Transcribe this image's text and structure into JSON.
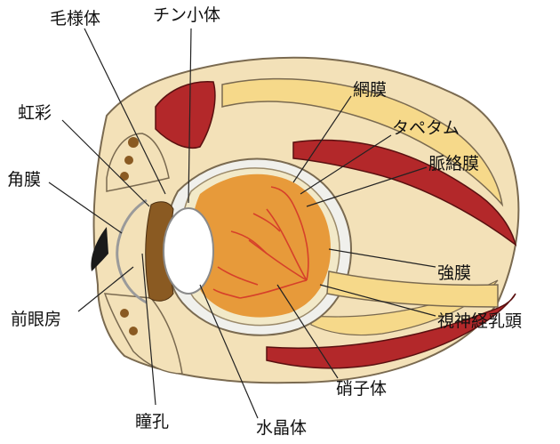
{
  "labels": {
    "eyelash_hair": "毛様体",
    "zonule": "チン小体",
    "iris": "虹彩",
    "cornea": "角膜",
    "anterior_chamber": "前眼房",
    "pupil": "瞳孔",
    "lens": "水晶体",
    "vitreous": "硝子体",
    "optic_disc": "視神経乳頭",
    "sclera": "強膜",
    "choroid": "脈絡膜",
    "tapetum": "タペタム",
    "retina": "網膜"
  },
  "colors": {
    "bone": "#f3e1b8",
    "muscle": "#b3282a",
    "fundus": "#e79a3a",
    "vessel": "#d6402a",
    "lens": "#ffffff",
    "fat": "#f6d98a",
    "outline": "#7a6a50",
    "iris": "#8a5a22"
  }
}
